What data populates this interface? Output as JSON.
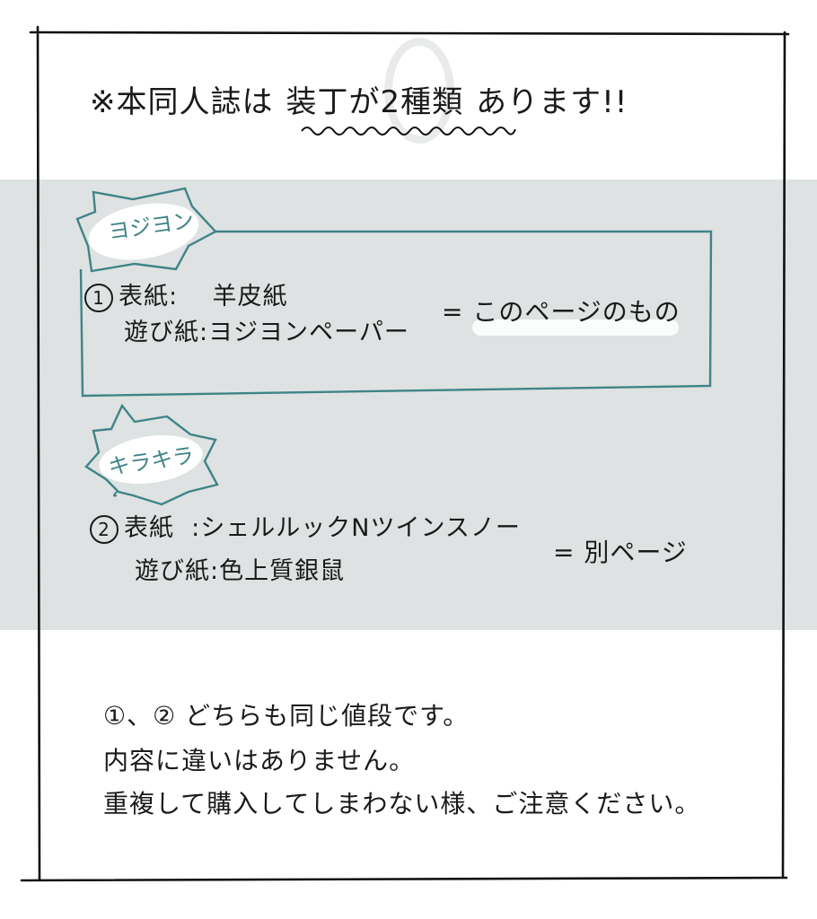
{
  "title": {
    "prefix": "※本同人誌は",
    "emphasis": "装丁が2種類",
    "suffix": "あります!!"
  },
  "colors": {
    "band": "#dfe2e2",
    "accent_teal": "#3f8486",
    "ink": "#1a1a1a",
    "highlight": "#fbfcfc"
  },
  "variants": [
    {
      "badge": "ヨジヨン",
      "number": "1",
      "cover_label": "表紙:",
      "cover_value": "羊皮紙",
      "endpaper_label": "遊び紙:",
      "endpaper_value": "ヨジヨンペーパー",
      "result": "= このページのもの"
    },
    {
      "badge": "キラキラ",
      "number": "2",
      "cover_label": "表紙",
      "cover_value": ":シェルルックNツインスノー",
      "endpaper_label": "遊び紙:",
      "endpaper_value": "色上質銀鼠",
      "result": "= 別ページ"
    }
  ],
  "notes": [
    "①、② どちらも同じ値段です。",
    "内容に違いはありません。",
    "重複して購入してしまわない様、ご注意ください。"
  ]
}
